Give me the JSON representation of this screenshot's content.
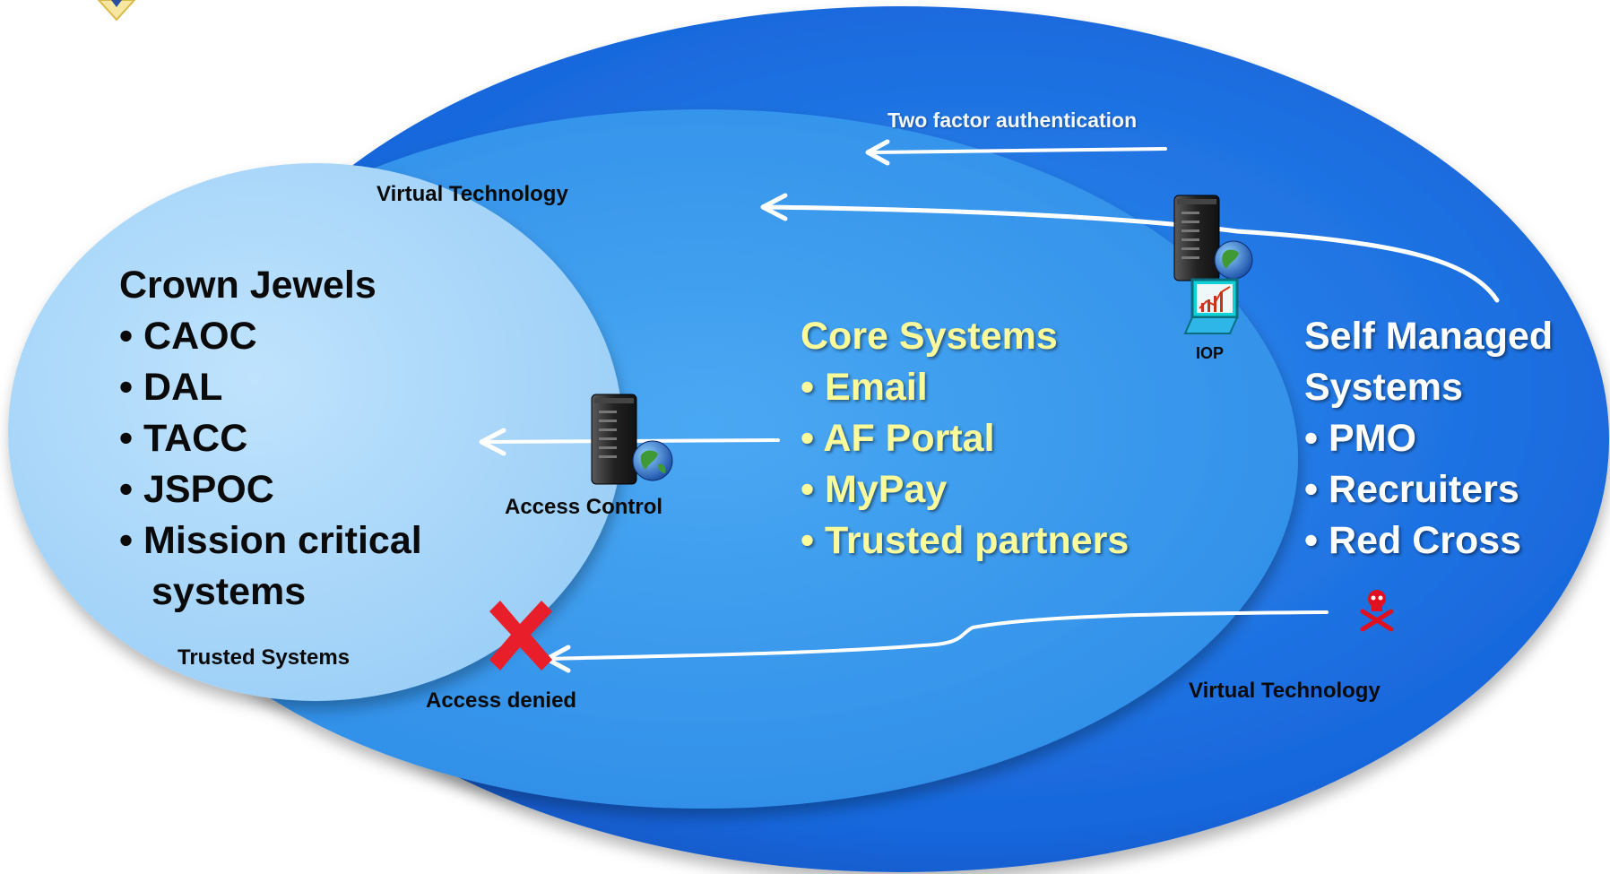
{
  "labels": {
    "two_factor": "Two factor authentication",
    "virtual_tech_top": "Virtual Technology",
    "virtual_tech_bottom": "Virtual Technology",
    "access_control": "Access Control",
    "access_denied": "Access denied",
    "trusted_systems": "Trusted Systems",
    "iop": "IOP"
  },
  "crown_jewels": {
    "title": "Crown Jewels",
    "items": [
      "CAOC",
      "DAL",
      "TACC",
      "JSPOC"
    ],
    "last_item_line1": "Mission critical",
    "last_item_line2": "systems"
  },
  "core_systems": {
    "title": "Core Systems",
    "items": [
      "Email",
      "AF Portal",
      "MyPay",
      "Trusted partners"
    ]
  },
  "self_managed": {
    "title_line1": "Self Managed",
    "title_line2": "Systems",
    "items": [
      "PMO",
      "Recruiters",
      "Red Cross"
    ]
  },
  "colors": {
    "outer_ellipse": "#1a6fe0",
    "middle_ellipse": "#3a9cf0",
    "inner_ellipse": "#a9d8fb",
    "core_text": "#fbfb9c",
    "deny_x": "#e81f2a",
    "skull": "#e01020"
  },
  "icons": [
    "logo-icon",
    "server-icon",
    "globe-icon",
    "laptop-chart-icon",
    "deny-x-icon",
    "skull-crossbones-icon"
  ]
}
